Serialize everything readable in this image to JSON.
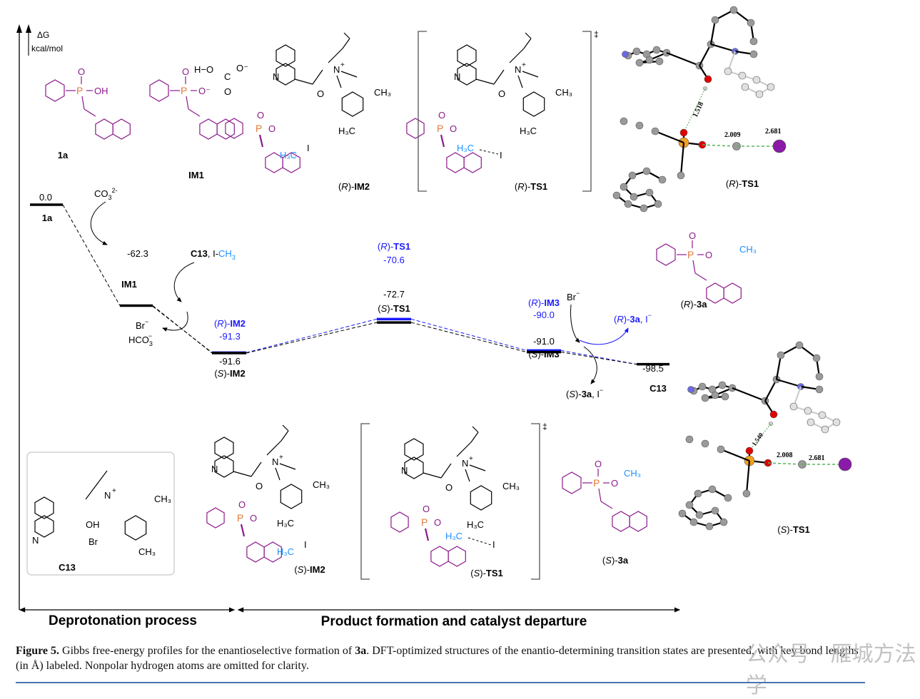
{
  "axis": {
    "ylabel_symbol": "ΔG",
    "ylabel_unit": "kcal/mol"
  },
  "process_labels": {
    "left": "Deprotonation process",
    "right": "Product formation and catalyst departure"
  },
  "colors": {
    "R_path": "#1a1aff",
    "S_path": "#000000",
    "reactant": "#8b1a8b",
    "phosphorus": "#e07b39",
    "methyl": "#1e90ff",
    "oxygen_atom": "#e00000",
    "iodine_atom": "#8a1aa8",
    "nitrogen_atom": "#6a6ae0"
  },
  "chart_data": {
    "type": "energy_profile",
    "title": "Gibbs free-energy profiles for the enantioselective formation of 3a",
    "ylabel": "ΔG (kcal/mol)",
    "ylim": [
      -100,
      0
    ],
    "states": [
      {
        "id": "1a",
        "label": "1a",
        "value": 0.0,
        "value_text": "0.0",
        "path": "common",
        "step": 0
      },
      {
        "id": "IM1",
        "label": "IM1",
        "value": -62.3,
        "value_text": "-62.3",
        "path": "common",
        "step": 1
      },
      {
        "id": "R-IM2",
        "label_prefix": "(R)-",
        "label": "IM2",
        "value": -91.3,
        "value_text": "-91.3",
        "path": "R",
        "step": 2
      },
      {
        "id": "S-IM2",
        "label_prefix": "(S)-",
        "label": "IM2",
        "value": -91.6,
        "value_text": "-91.6",
        "path": "S",
        "step": 2
      },
      {
        "id": "R-TS1",
        "label_prefix": "(R)-",
        "label": "TS1",
        "value": -70.6,
        "value_text": "-70.6",
        "path": "R",
        "step": 3
      },
      {
        "id": "S-TS1",
        "label_prefix": "(S)-",
        "label": "TS1",
        "value": -72.7,
        "value_text": "-72.7",
        "path": "S",
        "step": 3
      },
      {
        "id": "R-IM3",
        "label_prefix": "(R)-",
        "label": "IM3",
        "value": -90.0,
        "value_text": "-90.0",
        "path": "R",
        "step": 4
      },
      {
        "id": "S-IM3",
        "label_prefix": "(S)-",
        "label": "IM3",
        "value": -91.0,
        "value_text": "-91.0",
        "path": "S",
        "step": 4
      },
      {
        "id": "C13",
        "label": "C13",
        "value": -98.5,
        "value_text": "-98.5",
        "path": "common",
        "step": 5
      }
    ],
    "series": [
      {
        "name": "R",
        "color": "#1a1aff",
        "sequence": [
          "R-IM2",
          "R-TS1",
          "R-IM3",
          "C13"
        ]
      },
      {
        "name": "S",
        "color": "#000000",
        "sequence": [
          "1a",
          "IM1",
          "S-IM2",
          "S-TS1",
          "S-IM3",
          "C13"
        ]
      }
    ],
    "annotations": [
      {
        "text": "CO3",
        "sub": "3",
        "sup": "2-",
        "kind": "in",
        "near": "1a→IM1"
      },
      {
        "text": "C13, I-CH3",
        "kind": "in",
        "near": "IM1→IM2"
      },
      {
        "text": "Br⁻ / HCO3⁻",
        "kind": "out",
        "near": "IM1→IM2"
      },
      {
        "text": "Br⁻",
        "kind": "in",
        "near": "IM3→C13"
      },
      {
        "text": "(R)-3a, I⁻",
        "kind": "out",
        "path": "R",
        "near": "IM3→C13"
      },
      {
        "text": "(S)-3a, I⁻",
        "kind": "out",
        "path": "S",
        "near": "IM3→C13"
      }
    ]
  },
  "levels": {
    "l1a": {
      "value": "0.0",
      "name": "1a"
    },
    "lIM1": {
      "value": "-62.3",
      "name": "IM1"
    },
    "lRIM2": {
      "prefix": "(",
      "stereo": "R",
      "mid": ")-",
      "name": "IM2",
      "value": "-91.3"
    },
    "lSIM2": {
      "prefix": "(",
      "stereo": "S",
      "mid": ")-",
      "name": "IM2",
      "value": "-91.6"
    },
    "lRTS1": {
      "prefix": "(",
      "stereo": "R",
      "mid": ")-",
      "name": "TS1",
      "value": "-70.6"
    },
    "lSTS1": {
      "prefix": "(",
      "stereo": "S",
      "mid": ")-",
      "name": "TS1",
      "value": "-72.7"
    },
    "lRIM3": {
      "prefix": "(",
      "stereo": "R",
      "mid": ")-",
      "name": "IM3",
      "value": "-90.0"
    },
    "lSIM3": {
      "prefix": "(",
      "stereo": "S",
      "mid": ")-",
      "name": "IM3",
      "value": "-91.0"
    },
    "lC13": {
      "value": "-98.5",
      "name": "C13"
    }
  },
  "reagents": {
    "co3": "CO",
    "co3_sub": "3",
    "co3_sup": "2-",
    "c13_bold": "C13",
    "c13_rest": ", I-",
    "ch3": "CH",
    "ch3_sub": "3",
    "br": "Br",
    "minus": "−",
    "hco3": "HCO",
    "hco3_sub": "3",
    "br2": "Br",
    "r3a_pre": "(",
    "r3a_stereo": "R",
    "r3a_mid": ")-",
    "r3a_bold": "3a",
    "r3a_rest": ", I",
    "s3a_pre": "(",
    "s3a_stereo": "S",
    "s3a_mid": ")-",
    "s3a_bold": "3a",
    "s3a_rest": ", I"
  },
  "structures": {
    "s1a": {
      "label": "1a",
      "atoms": [
        "O",
        "P",
        "OH"
      ]
    },
    "sIM1": {
      "label": "IM1",
      "atoms": [
        "O",
        "P",
        "O",
        "−",
        "H−O",
        "C",
        "O",
        "O",
        "−"
      ]
    },
    "sRIM2": {
      "stereo": "R",
      "name": "IM2",
      "atoms": [
        "N",
        "N",
        "+",
        "O",
        "H",
        "O",
        "−",
        "P",
        "O",
        "CH",
        "3",
        "H",
        "3",
        "C",
        "H",
        "3",
        "C",
        "I"
      ]
    },
    "sRTS1": {
      "stereo": "R",
      "name": "TS1",
      "dagger": "‡",
      "atoms": [
        "N",
        "N",
        "+",
        "O",
        "H",
        "O",
        "−",
        "P",
        "O",
        "CH",
        "3",
        "H",
        "3",
        "C",
        "H",
        "3",
        "C",
        "I"
      ]
    },
    "sR3a": {
      "stereo": "R",
      "name": "3a",
      "atoms": [
        "O",
        "P",
        "O",
        "CH",
        "3"
      ]
    },
    "sC13": {
      "name": "C13",
      "atoms": [
        "N",
        "N",
        "+",
        "OH",
        "Br",
        "−",
        "CH",
        "3",
        "CH",
        "3"
      ]
    },
    "sSIM2": {
      "stereo": "S",
      "name": "IM2",
      "atoms": [
        "N",
        "N",
        "+",
        "O",
        "H",
        "O",
        "−",
        "P",
        "O",
        "CH",
        "3",
        "H",
        "3",
        "C",
        "H",
        "3",
        "C",
        "I"
      ]
    },
    "sSTS1": {
      "stereo": "S",
      "name": "TS1",
      "dagger": "‡",
      "atoms": [
        "N",
        "N",
        "+",
        "O",
        "H",
        "O",
        "−",
        "P",
        "O",
        "CH",
        "3",
        "H",
        "3",
        "C",
        "H",
        "3",
        "C",
        "I"
      ]
    },
    "sS3a": {
      "stereo": "S",
      "name": "3a",
      "atoms": [
        "O",
        "P",
        "O",
        "CH",
        "3"
      ]
    }
  },
  "models_3d": {
    "R_TS1": {
      "stereo": "R",
      "name": "TS1",
      "bond_lengths": [
        "1.518",
        "2.009",
        "2.681"
      ]
    },
    "S_TS1": {
      "stereo": "S",
      "name": "TS1",
      "bond_lengths": [
        "1.540",
        "2.008",
        "2.681"
      ]
    }
  },
  "caption": {
    "figure_label": "Figure 5.",
    "text_before": " Gibbs free-energy profiles for the enantioselective formation of ",
    "bold_compound": "3a",
    "text_after": ". DFT-optimized structures of the enantio-determining transition states are presented, with key bond lengths (in Å) labeled. Nonpolar hydrogen atoms are omitted for clarity."
  },
  "watermark": "公众号 · 雁城方法学"
}
